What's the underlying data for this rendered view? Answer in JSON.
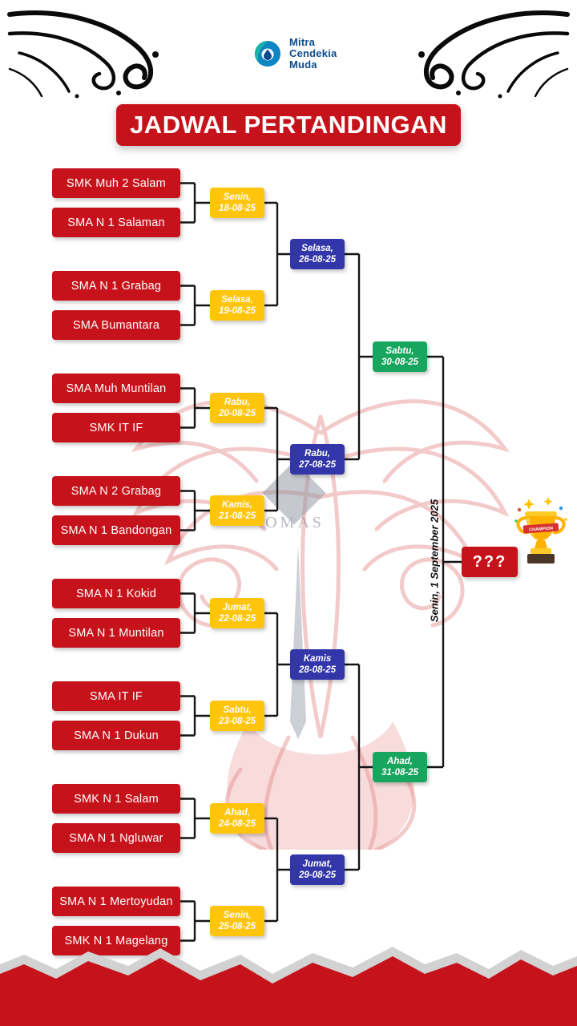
{
  "colors": {
    "red": "#c6131b",
    "yellow": "#ffc40c",
    "blue": "#3236a8",
    "green": "#18a55e"
  },
  "logo": {
    "line1": "Mitra",
    "line2": "Cendekia",
    "line3": "Muda"
  },
  "title": "JADWAL PERTANDINGAN",
  "bracket": {
    "round1": [
      {
        "team1": "SMK Muh 2 Salam",
        "team2": "SMA N 1 Salaman",
        "day": "Senin,",
        "date": "18-08-25"
      },
      {
        "team1": "SMA N 1 Grabag",
        "team2": "SMA Bumantara",
        "day": "Selasa,",
        "date": "19-08-25"
      },
      {
        "team1": "SMA Muh Muntilan",
        "team2": "SMK IT IF",
        "day": "Rabu,",
        "date": "20-08-25"
      },
      {
        "team1": "SMA N 2 Grabag",
        "team2": "SMA N 1 Bandongan",
        "day": "Kamis,",
        "date": "21-08-25"
      },
      {
        "team1": "SMA N 1 Kokid",
        "team2": "SMA N 1 Muntilan",
        "day": "Jumat,",
        "date": "22-08-25"
      },
      {
        "team1": "SMA IT IF",
        "team2": "SMA N 1 Dukun",
        "day": "Sabtu,",
        "date": "23-08-25"
      },
      {
        "team1": "SMK N 1 Salam",
        "team2": "SMA N 1 Ngluwar",
        "day": "Ahad,",
        "date": "24-08-25"
      },
      {
        "team1": "SMA N 1 Mertoyudan",
        "team2": "SMK N 1 Magelang",
        "day": "Senin,",
        "date": "25-08-25"
      }
    ],
    "round2": [
      {
        "day": "Selasa,",
        "date": "26-08-25"
      },
      {
        "day": "Rabu,",
        "date": "27-08-25"
      },
      {
        "day": "Kamis",
        "date": "28-08-25"
      },
      {
        "day": "Jumat,",
        "date": "29-08-25"
      }
    ],
    "semifinals": [
      {
        "day": "Sabtu,",
        "date": "30-08-25"
      },
      {
        "day": "Ahad,",
        "date": "31-08-25"
      }
    ],
    "final": {
      "date_label": "Senin, 1 September 2025",
      "winner": "???"
    }
  },
  "trophy": {
    "banner": "CHAMPION"
  },
  "watermark_text": "OMAS"
}
